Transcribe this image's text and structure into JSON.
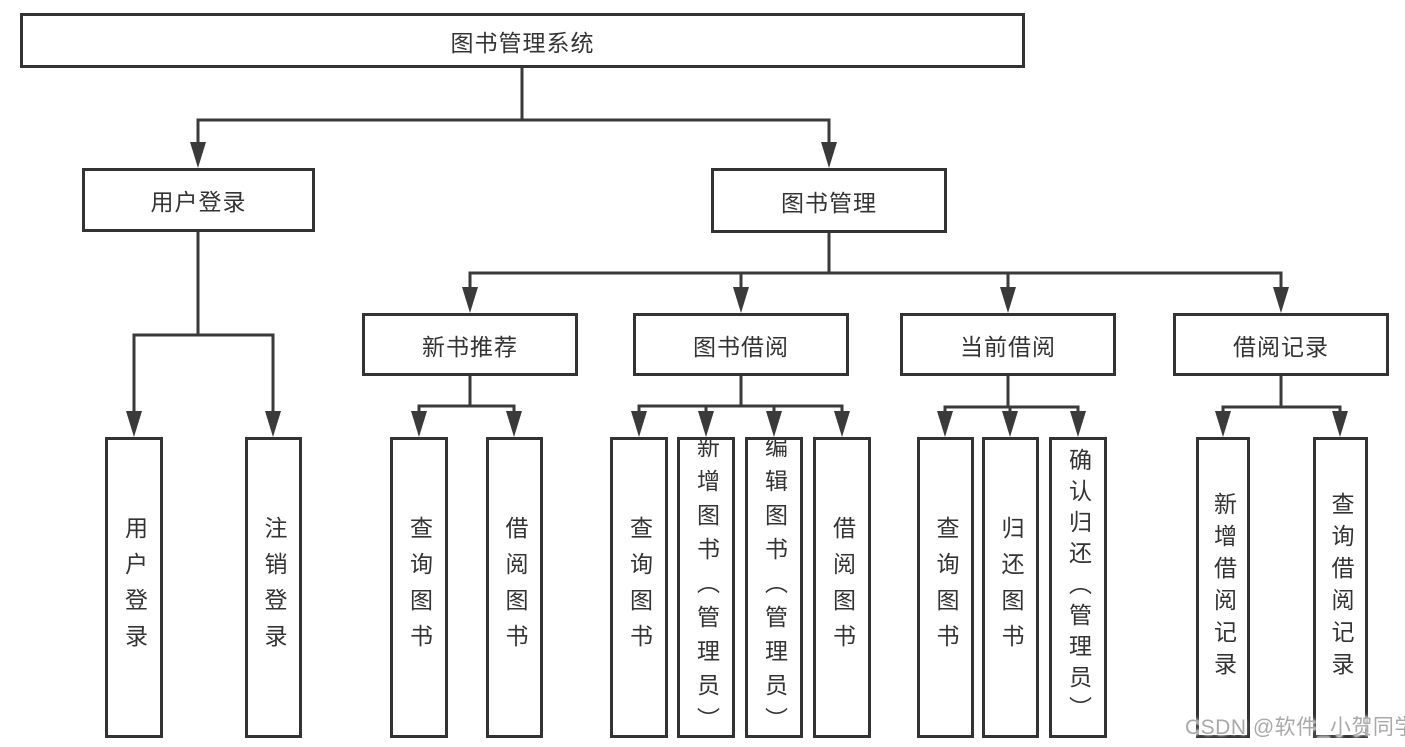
{
  "colors": {
    "line": "#3a3a3a",
    "border": "#333333",
    "text": "#333333",
    "background": "#ffffff",
    "watermark": "#a9a9a9"
  },
  "diagram": {
    "root": {
      "label": "图书管理系统"
    },
    "level2": {
      "user_login": {
        "label": "用户登录"
      },
      "book_management": {
        "label": "图书管理"
      }
    },
    "level3": {
      "new_book_recommend": {
        "label": "新书推荐"
      },
      "book_borrow": {
        "label": "图书借阅"
      },
      "current_borrow": {
        "label": "当前借阅"
      },
      "borrow_records": {
        "label": "借阅记录"
      }
    },
    "leaves": {
      "user_login": {
        "label": "用户登录"
      },
      "logout": {
        "label": "注销登录"
      },
      "recommend_query_book": {
        "label": "查询图书"
      },
      "recommend_borrow_book": {
        "label": "借阅图书"
      },
      "borrow_query_book": {
        "label": "查询图书"
      },
      "borrow_add_book": {
        "label": "新增图书（管理员）"
      },
      "borrow_edit_book": {
        "label": "编辑图书（管理员）"
      },
      "borrow_borrow_book": {
        "label": "借阅图书"
      },
      "current_query_book": {
        "label": "查询图书"
      },
      "current_return_book": {
        "label": "归还图书"
      },
      "current_confirm_return": {
        "label": "确认归还（管理员）"
      },
      "records_add_record": {
        "label": "新增借阅记录"
      },
      "records_query_record": {
        "label": "查询借阅记录"
      }
    }
  },
  "watermark": {
    "text": "CSDN @软件_小贺同学"
  }
}
